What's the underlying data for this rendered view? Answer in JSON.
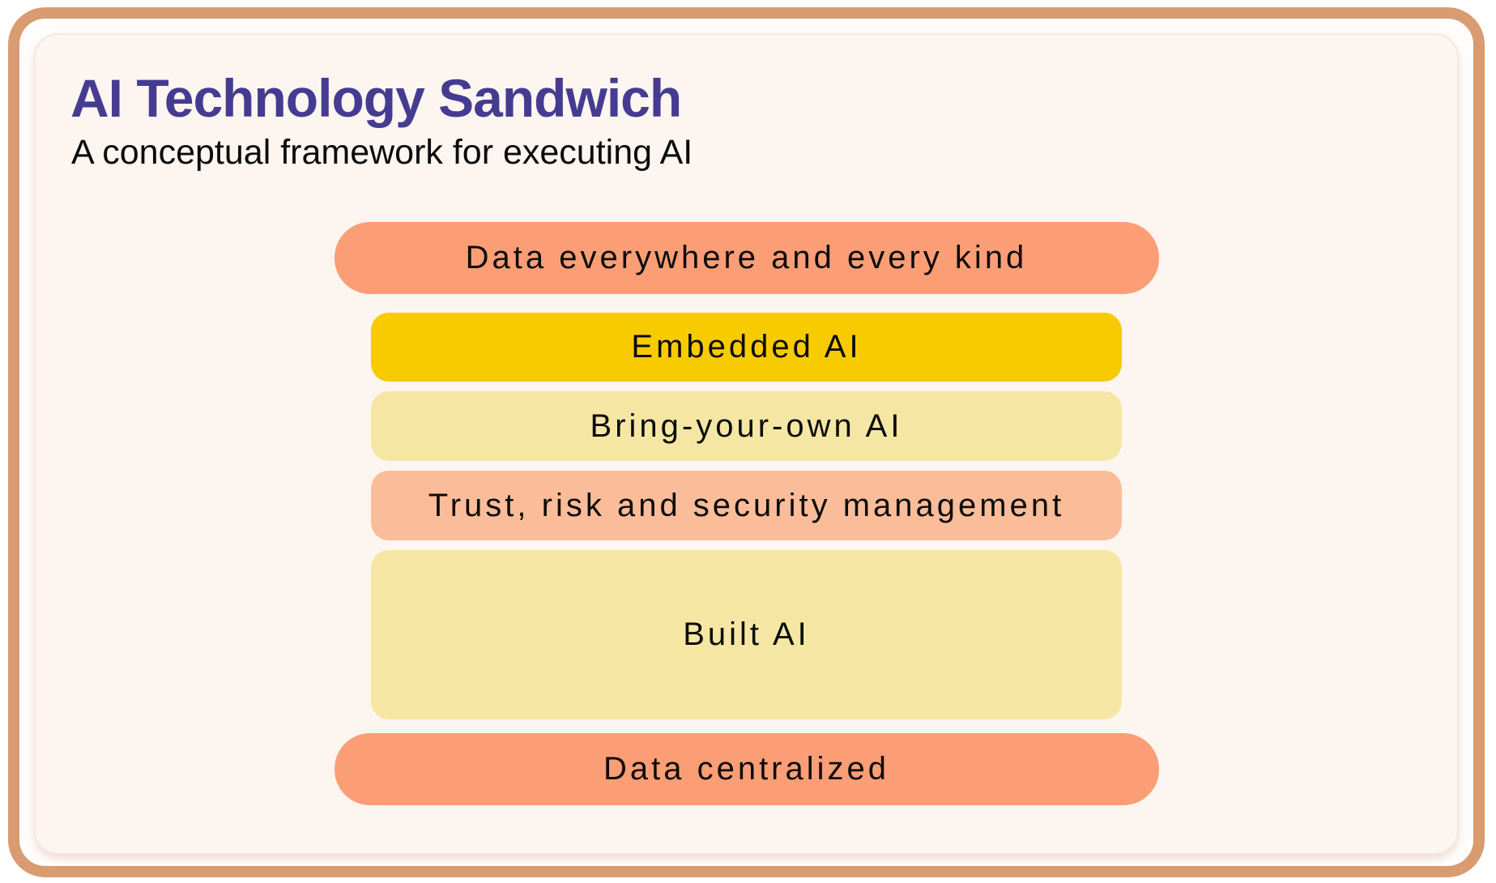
{
  "header": {
    "title": "AI Technology Sandwich",
    "subtitle": "A conceptual framework for executing AI"
  },
  "colors": {
    "frame_border": "#D89C70",
    "card_background": "#FDF5F0",
    "title_text": "#453C92",
    "label_text": "#0C0C0C",
    "bread": "#FB9E76",
    "gold": "#F7CB00",
    "pale_yellow": "#F5E7A3",
    "light_salmon": "#FBBD99"
  },
  "layers": [
    {
      "label": "Data everywhere and every kind",
      "role": "top-bread",
      "color": "#FB9E76"
    },
    {
      "label": "Embedded AI",
      "role": "filling",
      "color": "#F7CB00"
    },
    {
      "label": "Bring-your-own AI",
      "role": "filling",
      "color": "#F5E7A3"
    },
    {
      "label": "Trust, risk and security management",
      "role": "filling",
      "color": "#FBBD99"
    },
    {
      "label": "Built AI",
      "role": "filling-tall",
      "color": "#F5E7A3"
    },
    {
      "label": "Data centralized",
      "role": "bottom-bread",
      "color": "#FB9E76"
    }
  ]
}
